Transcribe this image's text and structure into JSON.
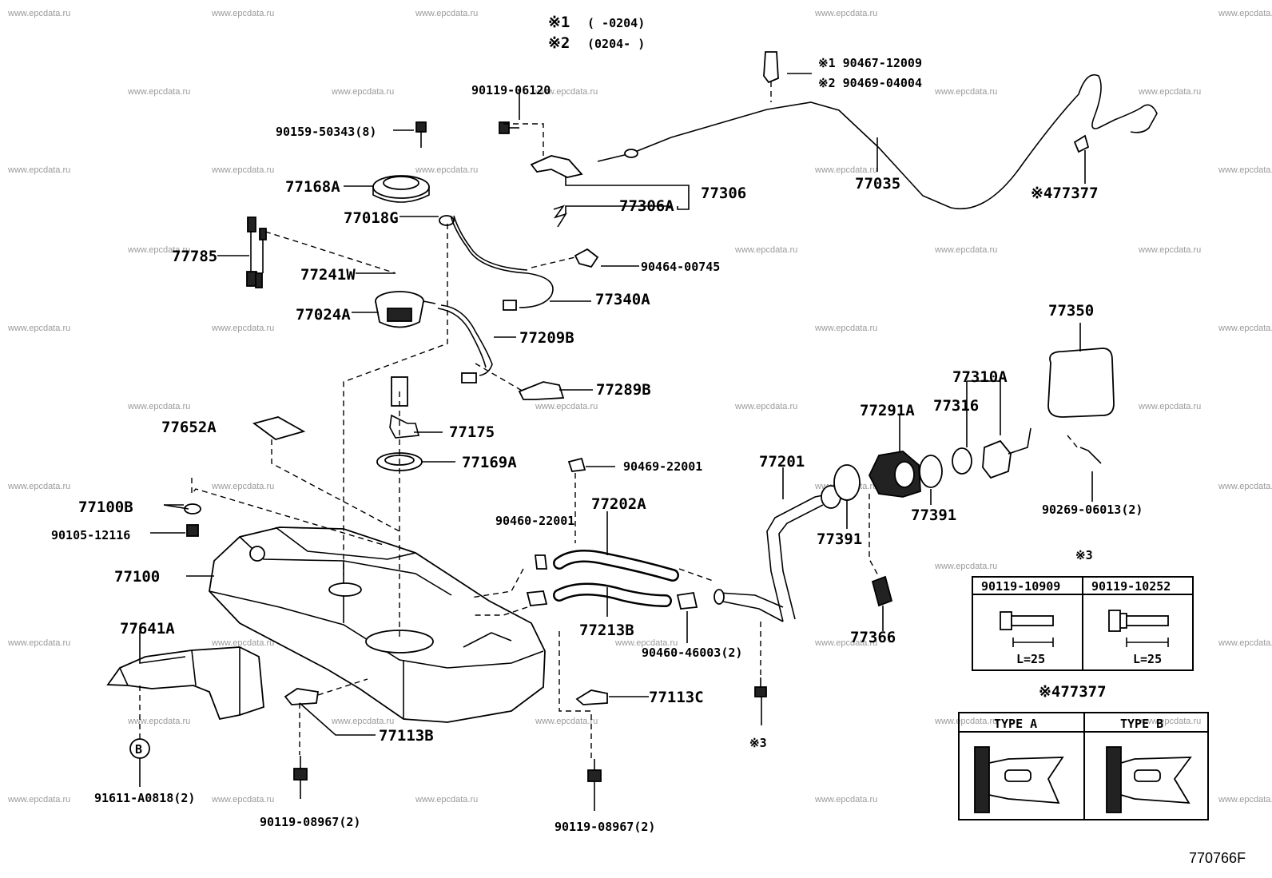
{
  "watermark": "www.epcdata.ru",
  "legend": {
    "r1": {
      "mark": "※1",
      "range": "(      -0204)"
    },
    "r2": {
      "mark": "※2",
      "range": "(0204-      )"
    }
  },
  "labels": {
    "p90119_06120": "90119-06120",
    "p90467": "※1 90467-12009",
    "p90469_04004": "※2 90469-04004",
    "p90159": "90159-50343(8)",
    "p77168A": "77168A",
    "p77306": "77306",
    "p77306A": "77306A",
    "p77035": "77035",
    "p477377": "※477377",
    "p77018G": "77018G",
    "p77785": "77785",
    "p77241W": "77241W",
    "p90464": "90464-00745",
    "p77340A": "77340A",
    "p77024A": "77024A",
    "p77209B": "77209B",
    "p77289B": "77289B",
    "p77350": "77350",
    "p77310A": "77310A",
    "p77316": "77316",
    "p77291A": "77291A",
    "p77652A": "77652A",
    "p77175": "77175",
    "p77169A": "77169A",
    "p90469_22001": "90469-22001",
    "p77201": "77201",
    "p77100B": "77100B",
    "p90105": "90105-12116",
    "p90460_22001": "90460-22001",
    "p77202A": "77202A",
    "p77391a": "77391",
    "p77391b": "77391",
    "p90269": "90269-06013(2)",
    "p77100": "77100",
    "p77213B": "77213B",
    "p90460_46003": "90460-46003(2)",
    "p77366": "77366",
    "p77641A": "77641A",
    "p77113C": "77113C",
    "p77113B": "77113B",
    "note3": "※3",
    "p91611": "91611-A0818(2)",
    "p90119_08967a": "90119-08967(2)",
    "p90119_08967b": "90119-08967(2)",
    "circleB": "B",
    "diagram_id": "770766F"
  },
  "table3": {
    "title": "※3",
    "col1": "90119-10909",
    "col2": "90119-10252",
    "len1": "L=25",
    "len2": "L=25"
  },
  "table477377": {
    "title": "※477377",
    "col1": "TYPE A",
    "col2": "TYPE B"
  }
}
